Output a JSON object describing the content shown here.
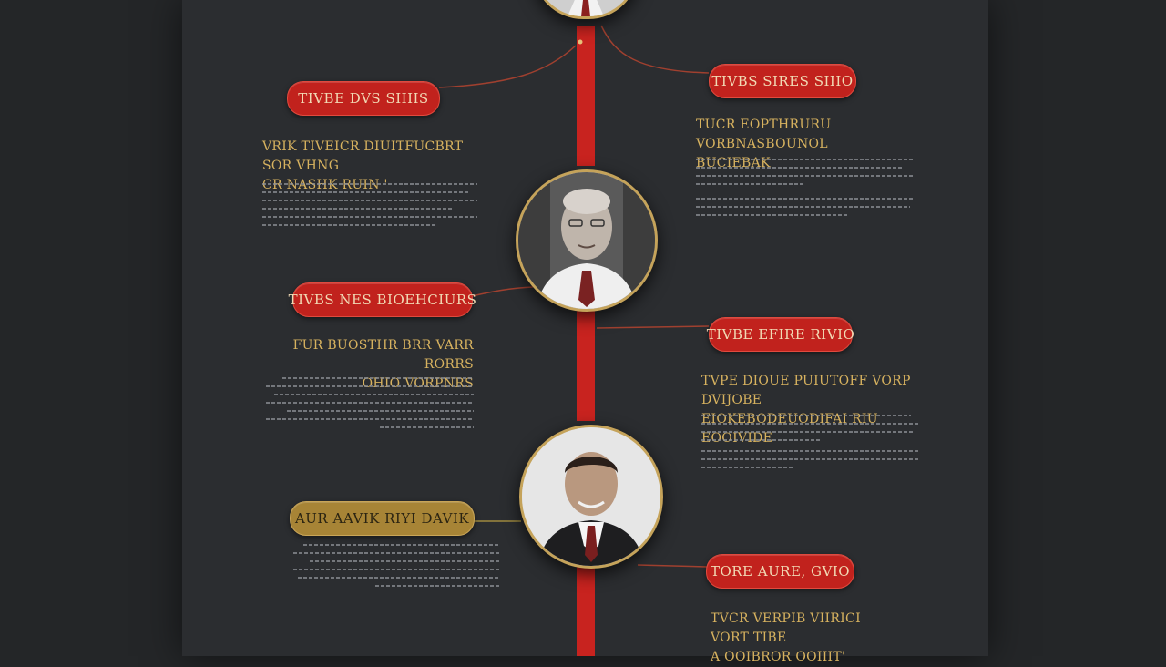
{
  "timeline": {
    "entries": [
      {
        "label": "TIVBE  DVS  SIIIIS",
        "heading": "VRIK TIVEICR DIUITFUCBRT SOR VHNG\nCR NASHK RUIN '",
        "label_style": "red"
      },
      {
        "label": "TIVBS  SIRES  SIIIO",
        "heading": "TUCR  EOPTHRURU VORBNASBOUNOL\nBUCIEBAK",
        "label_style": "red"
      },
      {
        "label": "TIVBS  NES  BIOEHCIURS",
        "heading": "FUR BUOSTHR BRR  VARR RORRS\nOHIO  VORPNRS",
        "label_style": "red"
      },
      {
        "label": "TIVBE  EFIRE  RIVIO",
        "heading": "TVPE  DIOUE  PUIUTOFF VORP DVIJOBE\nEIOKEBODEUODIFAI RIU  EOOIVIDE",
        "label_style": "red"
      },
      {
        "label": "AUR  AAVIK  RIYI    DAVIK",
        "heading": "",
        "label_style": "gold"
      },
      {
        "label": "TORE  AURE,  GVIO",
        "heading": "TVCR  VERPIB  VIIRICI VORT TIBE\nA  OOIBROR  OOIIIT'",
        "label_style": "red"
      }
    ]
  },
  "colors": {
    "spine": "#c8231f",
    "pill_red": "#c1221d",
    "pill_gold": "#a78436",
    "heading_gold": "#d7b25f",
    "background": "#2b2d30"
  },
  "portraits": [
    {
      "name": "portrait-top-partial"
    },
    {
      "name": "portrait-bald-man"
    },
    {
      "name": "portrait-dark-hair-man"
    }
  ]
}
